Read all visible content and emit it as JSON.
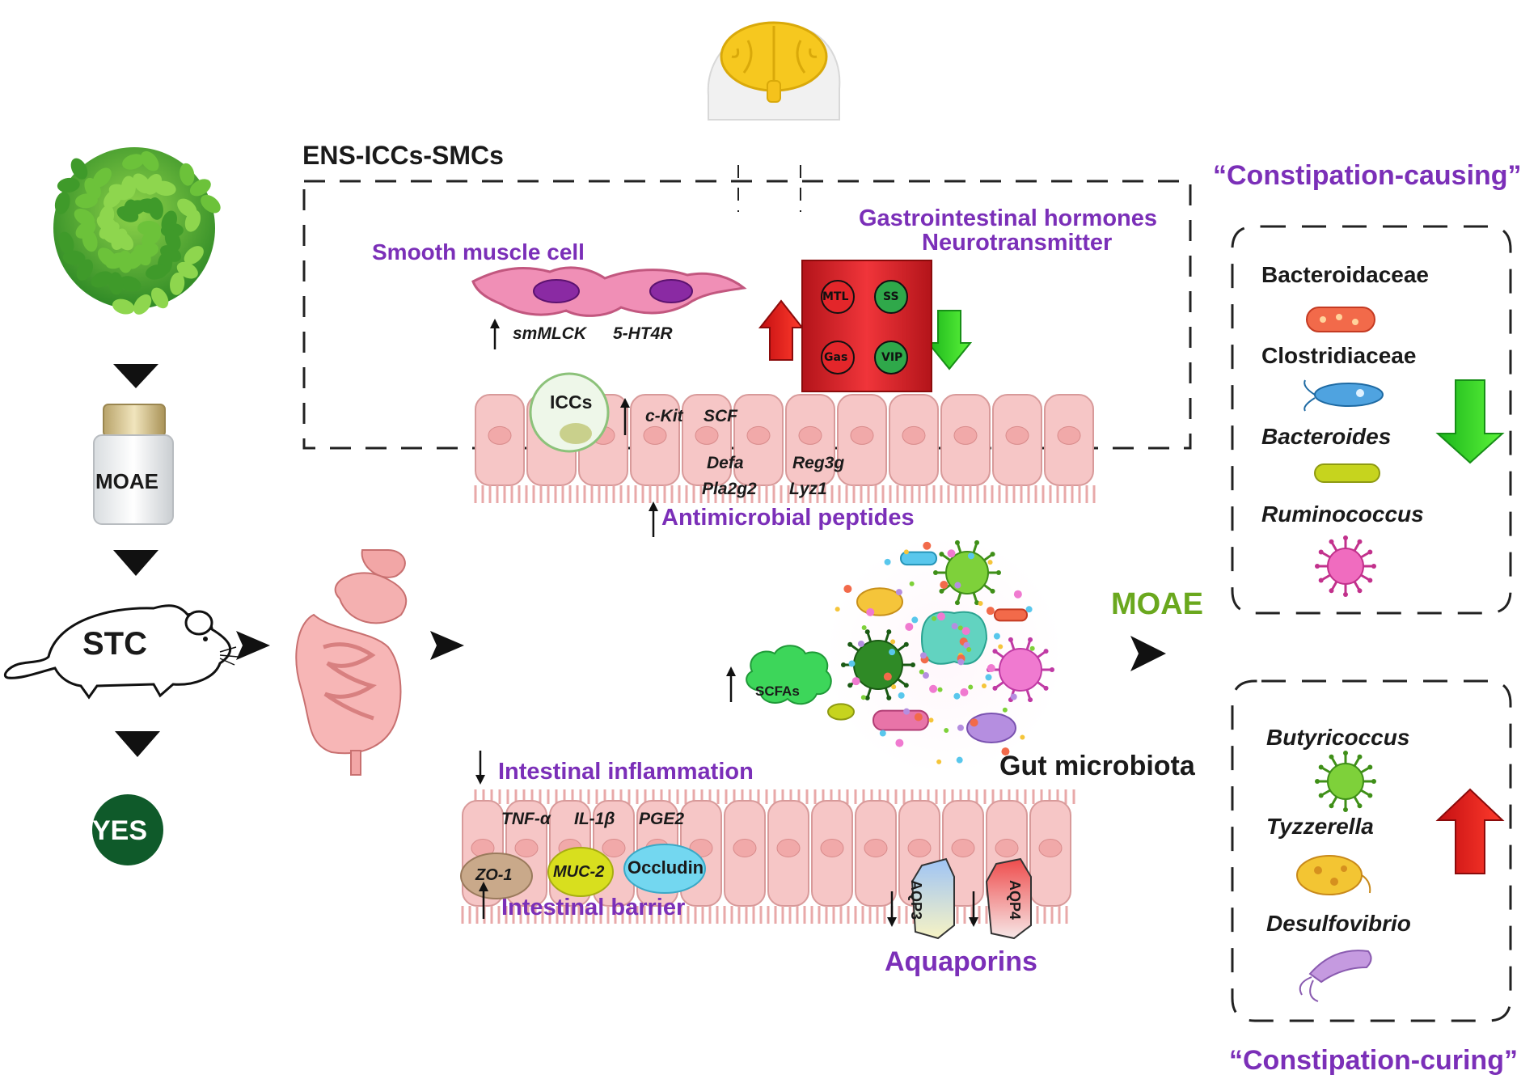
{
  "header": {
    "title": "ENS-ICCs-SMCs"
  },
  "left_flow": {
    "moae_vial_label": "MOAE",
    "model_label": "STC",
    "result_label": "YES"
  },
  "top_box": {
    "smooth_muscle_title": "Smooth muscle cell",
    "smooth_muscle_genes": [
      "smMLCK",
      "5-HT4R"
    ],
    "hormone_title_line1": "Gastrointestinal hormones",
    "hormone_title_line2": "Neurotransmitter",
    "hormones": [
      "MTL",
      "SS",
      "Gas",
      "VIP"
    ],
    "icc_label": "ICCs",
    "icc_genes": [
      "c-Kit",
      "SCF"
    ],
    "amp_genes_row1": [
      "Defa",
      "Reg3g"
    ],
    "amp_genes_row2": [
      "Pla2g2",
      "Lyz1"
    ],
    "amp_title": "Antimicrobial peptides"
  },
  "middle": {
    "scfa_label": "SCFAs",
    "gut_microbiota_label": "Gut microbiota",
    "moae_arrow_label": "MOAE"
  },
  "bottom_box": {
    "inflammation_title": "Intestinal inflammation",
    "inflammation_genes": [
      "TNF-α",
      "IL-1β",
      "PGE2"
    ],
    "barrier_proteins": [
      "ZO-1",
      "MUC-2",
      "Occludin"
    ],
    "barrier_title": "Intestinal barrier",
    "aquaporins": [
      "AQP3",
      "AQP4"
    ],
    "aquaporin_title": "Aquaporins"
  },
  "right_panel": {
    "causing_title": "“Constipation-causing”",
    "causing_taxa": [
      "Bacteroidaceae",
      "Clostridiaceae",
      "Bacteroides",
      "Ruminococcus"
    ],
    "curing_title": "“Constipation-curing”",
    "curing_taxa": [
      "Butyricoccus",
      "Tyzzerella",
      "Desulfovibrio"
    ]
  },
  "colors": {
    "purple_text": "#7b2fb8",
    "moae_green": "#6aa81e",
    "leaf_green": "#3f9a2a",
    "red_block": "#e3262a",
    "hormone_circle_green": "#2fa84a",
    "epithelium_pink": "#f6c6c6",
    "arrow_up_red": "#e3191c",
    "arrow_down_green": "#35d21a",
    "yes_badge": "#0f5a2a"
  }
}
